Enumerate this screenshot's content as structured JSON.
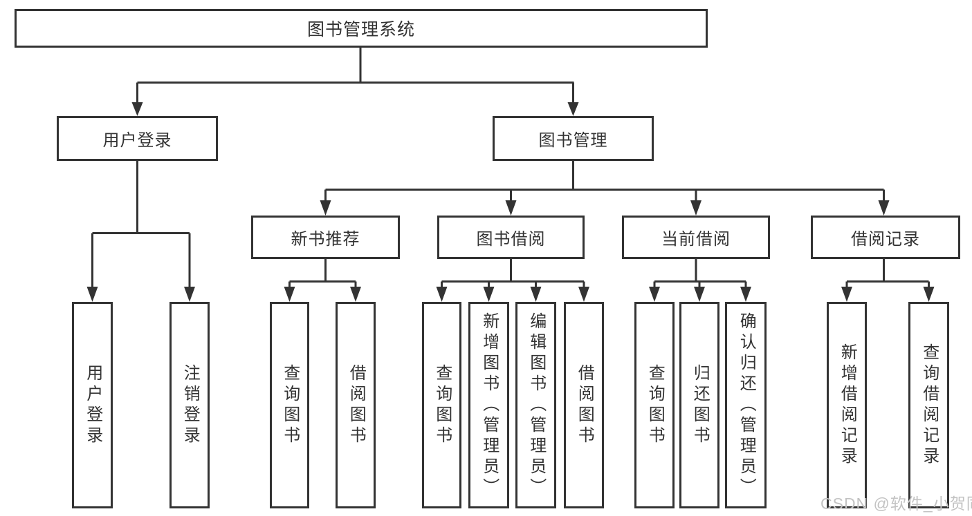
{
  "tree": {
    "root": {
      "label": "图书管理系统"
    },
    "children": [
      {
        "label": "用户登录",
        "children": [
          {
            "label": "用户登录"
          },
          {
            "label": "注销登录"
          }
        ]
      },
      {
        "label": "图书管理",
        "children": [
          {
            "label": "新书推荐",
            "children": [
              {
                "label": "查询图书"
              },
              {
                "label": "借阅图书"
              }
            ]
          },
          {
            "label": "图书借阅",
            "children": [
              {
                "label": "查询图书"
              },
              {
                "label": "新增图书（管理员）"
              },
              {
                "label": "编辑图书（管理员）"
              },
              {
                "label": "借阅图书"
              }
            ]
          },
          {
            "label": "当前借阅",
            "children": [
              {
                "label": "查询图书"
              },
              {
                "label": "归还图书"
              },
              {
                "label": "确认归还（管理员）"
              }
            ]
          },
          {
            "label": "借阅记录",
            "children": [
              {
                "label": "新增借阅记录"
              },
              {
                "label": "查询借阅记录"
              }
            ]
          }
        ]
      }
    ]
  },
  "watermark": {
    "text": "CSDN @软件_小贺同学"
  },
  "colors": {
    "line": "#333333",
    "text": "#333333",
    "background": "#ffffff",
    "watermark": "#c3c3c3"
  }
}
